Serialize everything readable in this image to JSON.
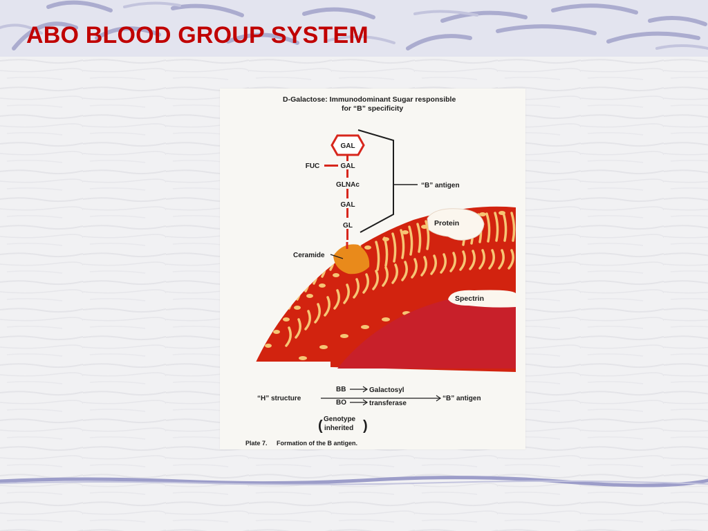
{
  "slide": {
    "title": "ABO BLOOD GROUP SYSTEM"
  },
  "figure": {
    "header_line1": "D-Galactose:  Immunodominant Sugar responsible",
    "header_line2": "for “B” specificity",
    "chain": {
      "gal_top": "GAL",
      "fuc": "FUC",
      "gal_second": "GAL",
      "glnac": "GLNAc",
      "gal_third": "GAL",
      "gl": "GL"
    },
    "b_antigen_label": "“B” antigen",
    "protein": "Protein",
    "ceramide": "Ceramide",
    "spectrin": "Spectrin",
    "h_structure": "“H” structure",
    "genotype_bb": "BB",
    "genotype_bo": "BO",
    "enzyme_line1": "Galactosyl",
    "enzyme_line2": "transferase",
    "product": "“B” antigen",
    "genotype_note_line1": "Genotype",
    "genotype_note_line2": "inherited",
    "caption_plate": "Plate 7.",
    "caption_text": "Formation of the B antigen.",
    "colors": {
      "membrane_red": "#d2230f",
      "lipid_cream": "#f6c574",
      "ceramide_orange": "#e98a1b",
      "cytoplasm_red": "#c8202a",
      "link_red": "#d7261c"
    }
  }
}
